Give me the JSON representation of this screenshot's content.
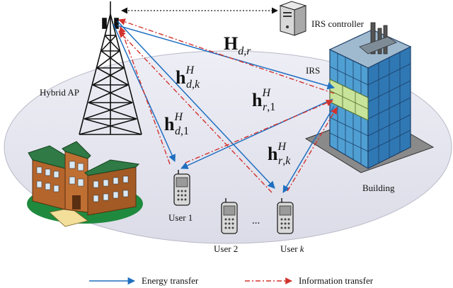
{
  "labels": {
    "hybrid_ap": "Hybrid AP",
    "irs_controller": "IRS controller",
    "irs": "IRS",
    "building": "Building",
    "user1": "User 1",
    "user2": "User 2",
    "userk_prefix": "User ",
    "userk_var": "k",
    "ellipsis": "..."
  },
  "channels": {
    "Hdr": {
      "base": "H",
      "sub": "d",
      "sub2": "r"
    },
    "hdk": {
      "base": "h",
      "sup": "H",
      "sub": "d",
      "sub2": "k"
    },
    "hd1": {
      "base": "h",
      "sup": "H",
      "sub": "d",
      "sub2": "1"
    },
    "hr1": {
      "base": "h",
      "sup": "H",
      "sub": "r",
      "sub2": "1"
    },
    "hrk": {
      "base": "h",
      "sup": "H",
      "sub": "r",
      "sub2": "k"
    },
    "sep": ","
  },
  "legend": {
    "energy": "Energy transfer",
    "information": "Information transfer"
  },
  "colors": {
    "energy": "#1f6fc0",
    "information": "#d2322d",
    "ground": "#e4e4ee",
    "building_glass": "#5aa9d8",
    "irs_panel": "#c8e39a",
    "house": "#b4652c",
    "roof": "#2f7a45",
    "lawn": "#1f8a3e"
  }
}
